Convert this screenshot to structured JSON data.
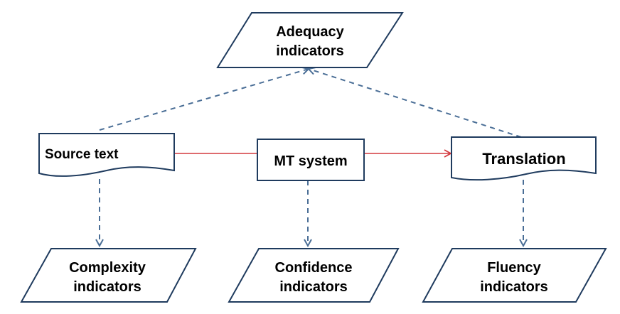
{
  "colors": {
    "node_border": "#1f3b5e",
    "dashed_edge": "#4a6e96",
    "solid_edge": "#d33a3f",
    "text": "#000000"
  },
  "nodes": {
    "adequacy": {
      "line1": "Adequacy",
      "line2": "indicators",
      "shape": "parallelogram"
    },
    "source": {
      "label": "Source text",
      "shape": "document"
    },
    "mt": {
      "label": "MT system",
      "shape": "rectangle"
    },
    "translation": {
      "label": "Translation",
      "shape": "document"
    },
    "complexity": {
      "line1": "Complexity",
      "line2": "indicators",
      "shape": "parallelogram"
    },
    "confidence": {
      "line1": "Confidence",
      "line2": "indicators",
      "shape": "parallelogram"
    },
    "fluency": {
      "line1": "Fluency",
      "line2": "indicators",
      "shape": "parallelogram"
    }
  },
  "edges": [
    {
      "from": "source",
      "to": "mt",
      "style": "solid",
      "arrow": false
    },
    {
      "from": "mt",
      "to": "translation",
      "style": "solid",
      "arrow": true
    },
    {
      "from": "source",
      "to": "adequacy",
      "style": "dashed",
      "arrow": true
    },
    {
      "from": "translation",
      "to": "adequacy",
      "style": "dashed",
      "arrow": true
    },
    {
      "from": "source",
      "to": "complexity",
      "style": "dashed",
      "arrow": true
    },
    {
      "from": "mt",
      "to": "confidence",
      "style": "dashed",
      "arrow": true
    },
    {
      "from": "translation",
      "to": "fluency",
      "style": "dashed",
      "arrow": true
    }
  ]
}
